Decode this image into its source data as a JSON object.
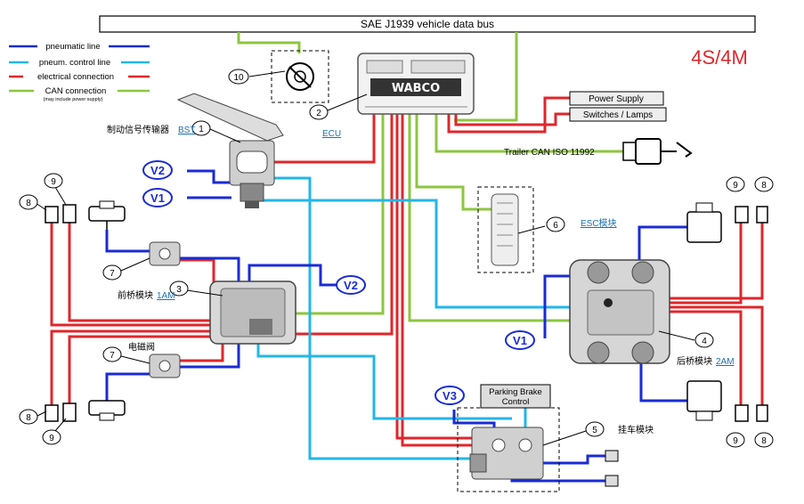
{
  "bus_title": "SAE J1939 vehicle data bus",
  "config_label": "4S/4M",
  "legend": {
    "pneumatic": "pneumatic line",
    "pneum_control": "pneum. control line",
    "electrical": "electrical connection",
    "can": "CAN connection",
    "can_note": "(may include power supply)"
  },
  "ecu_brand": "WABCO",
  "labels": {
    "ecu": "ECU",
    "bst_prefix": "制动信号传输器",
    "bst_link": "BST",
    "esc_link": "ESC模块",
    "front_prefix": "前桥模块",
    "front_link": "1AM",
    "solenoid": "电磁阀",
    "rear_prefix": "后桥模块",
    "rear_link": "2AM",
    "trailer_module": "挂车模块",
    "power_supply": "Power Supply",
    "switches": "Switches / Lamps",
    "trailer_can": "Trailer CAN ISO 11992",
    "parking_brake": "Parking Brake\nControl"
  },
  "numbers": {
    "n1": "1",
    "n2": "2",
    "n3": "3",
    "n4": "4",
    "n5": "5",
    "n6": "6",
    "n7": "7",
    "n8": "8",
    "n9": "9",
    "n10": "10"
  },
  "valves": {
    "v1": "V1",
    "v2": "V2",
    "v3": "V3"
  },
  "colors": {
    "pneumatic": "#1a2bd6",
    "pneum_control": "#22b7e8",
    "electrical": "#e0262b",
    "can": "#8dc63f",
    "config": "#e0262b"
  }
}
